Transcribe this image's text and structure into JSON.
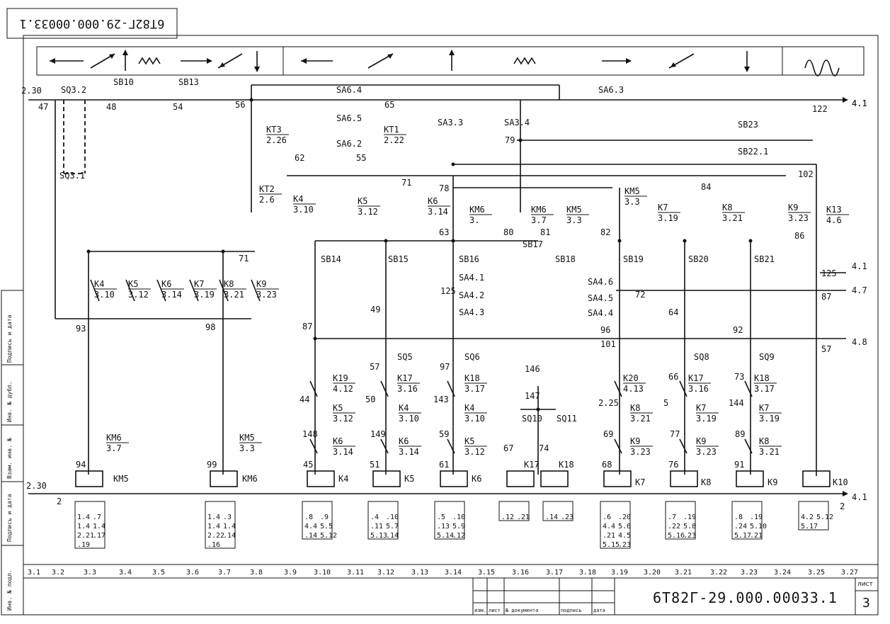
{
  "drawing_number_rotated": "6T82Г-29.000.00033.1",
  "title_block": {
    "number": "6T82Г-29.000.00033.1",
    "sheet_label": "лист",
    "sheet_number": "3",
    "columns": [
      "изм.",
      "лист",
      "№ документа",
      "подпись",
      "дата"
    ]
  },
  "side_labels": [
    "Инв. № подл.",
    "Подпись и дата",
    "Взам. инв. №",
    "Инв. № дубл.",
    "Подпись и дата"
  ],
  "bus": {
    "left_top": "2.30",
    "right_top": "4.1",
    "left_bottom": "2.30",
    "right_bottom": "4.1",
    "wire_left_bottom": "2",
    "wire_right_bottom": "2"
  },
  "outgoing": [
    {
      "wire": "122",
      "ref": "4.1"
    },
    {
      "wire": "125",
      "ref": "4.1"
    },
    {
      "wire": "87",
      "ref": "4.7"
    },
    {
      "wire": "57",
      "ref": "4.8"
    }
  ],
  "wires": [
    "47",
    "48",
    "54",
    "56",
    "65",
    "62",
    "55",
    "79",
    "102",
    "71",
    "78",
    "63",
    "80",
    "81",
    "82",
    "84",
    "86",
    "71",
    "125",
    "49",
    "72",
    "64",
    "87",
    "92",
    "57",
    "97",
    "66",
    "73",
    "93",
    "98",
    "44",
    "50",
    "143",
    "146",
    "147",
    "2.25",
    "5",
    "144",
    "148",
    "149",
    "59",
    "67",
    "74",
    "69",
    "77",
    "89",
    "94",
    "99",
    "45",
    "51",
    "61",
    "68",
    "76",
    "91",
    "96",
    "101",
    "87",
    "87"
  ],
  "components": {
    "switches": [
      "SQ3.2",
      "SB10",
      "SB13",
      "SQ3.1",
      "SA6.4",
      "SA6.5",
      "SA6.2",
      "SA3.3",
      "SA3.4",
      "SA6.3",
      "SB23",
      "SB22.1",
      "SB14",
      "SB15",
      "SB16",
      "SB17",
      "SB18",
      "SB19",
      "SB20",
      "SB21",
      "SA4.1",
      "SA4.2",
      "SA4.3",
      "SA4.6",
      "SA4.5",
      "SA4.4",
      "SQ5",
      "SQ6",
      "SQ8",
      "SQ9",
      "SQ10",
      "SQ11"
    ],
    "coils": [
      "KM5",
      "KM6",
      "K4",
      "K5",
      "K6",
      "K17",
      "K18",
      "K7",
      "K8",
      "K9",
      "K10"
    ]
  },
  "contacts": [
    {
      "name": "KT3",
      "ref": "2.26"
    },
    {
      "name": "KT1",
      "ref": "2.22"
    },
    {
      "name": "KT2",
      "ref": "2.6"
    },
    {
      "name": "K4",
      "ref": "3.10"
    },
    {
      "name": "K5",
      "ref": "3.12"
    },
    {
      "name": "K6",
      "ref": "3.14"
    },
    {
      "name": "KM6",
      "ref": "3."
    },
    {
      "name": "KM6",
      "ref": "3.7"
    },
    {
      "name": "KM5",
      "ref": "3.3"
    },
    {
      "name": "KM5",
      "ref": "3.3"
    },
    {
      "name": "K7",
      "ref": "3.19"
    },
    {
      "name": "K8",
      "ref": "3.21"
    },
    {
      "name": "K9",
      "ref": "3.23"
    },
    {
      "name": "K13",
      "ref": "4.6"
    },
    {
      "name": "K4",
      "ref": "3.10"
    },
    {
      "name": "K5",
      "ref": "3.12"
    },
    {
      "name": "K6",
      "ref": "3.14"
    },
    {
      "name": "K7",
      "ref": "3.19"
    },
    {
      "name": "K8",
      "ref": "3.21"
    },
    {
      "name": "K9",
      "ref": "3.23"
    },
    {
      "name": "K19",
      "ref": "4.12"
    },
    {
      "name": "K17",
      "ref": "3.16"
    },
    {
      "name": "K18",
      "ref": "3.17"
    },
    {
      "name": "K5",
      "ref": "3.12"
    },
    {
      "name": "K4",
      "ref": "3.10"
    },
    {
      "name": "K4",
      "ref": "3.10"
    },
    {
      "name": "K6",
      "ref": "3.14"
    },
    {
      "name": "K6",
      "ref": "3.14"
    },
    {
      "name": "K5",
      "ref": "3.12"
    },
    {
      "name": "K20",
      "ref": "4.13"
    },
    {
      "name": "K17",
      "ref": "3.16"
    },
    {
      "name": "K18",
      "ref": "3.17"
    },
    {
      "name": "K8",
      "ref": "3.21"
    },
    {
      "name": "K7",
      "ref": "3.19"
    },
    {
      "name": "K7",
      "ref": "3.19"
    },
    {
      "name": "K9",
      "ref": "3.23"
    },
    {
      "name": "K9",
      "ref": "3.23"
    },
    {
      "name": "K8",
      "ref": "3.21"
    },
    {
      "name": "KM6",
      "ref": "3.7"
    },
    {
      "name": "KM5",
      "ref": "3.3"
    }
  ],
  "cross_ref_tables": [
    [
      "1.4",
      ".7",
      "1.4",
      "1.4",
      "2.21",
      ".17",
      ".19"
    ],
    [
      "1.4",
      ".3",
      "1.4",
      "1.4",
      "2.22",
      ".14",
      ".16"
    ],
    [
      ".8",
      ".9",
      "4.4",
      "5.5",
      ".14",
      "5.12"
    ],
    [
      ".4",
      ".10",
      ".11",
      "5.7",
      "5.13",
      ".14"
    ],
    [
      ".5",
      ".10",
      ".13",
      "5.9",
      "5.14",
      ".12"
    ],
    [
      ".12",
      ".21"
    ],
    [
      ".14",
      ".23"
    ],
    [
      ".6",
      ".20",
      "4.4",
      "5.6",
      ".21",
      "4.5",
      "5.15",
      ".23"
    ],
    [
      ".7",
      ".19",
      ".22",
      "5.8",
      "5.16",
      ".23"
    ],
    [
      ".8",
      ".19",
      ".24",
      "5.10",
      "5.17",
      ".21"
    ],
    [
      "4.2",
      "5.12",
      "5.17"
    ]
  ],
  "column_numbers": [
    "3.1",
    "3.2",
    "3.3",
    "3.4",
    "3.5",
    "3.6",
    "3.7",
    "3.8",
    "3.9",
    "3.10",
    "3.11",
    "3.12",
    "3.13",
    "3.14",
    "3.15",
    "3.16",
    "3.17",
    "3.18",
    "3.19",
    "3.20",
    "3.21",
    "3.22",
    "3.23",
    "3.24",
    "3.25",
    "3.27"
  ]
}
